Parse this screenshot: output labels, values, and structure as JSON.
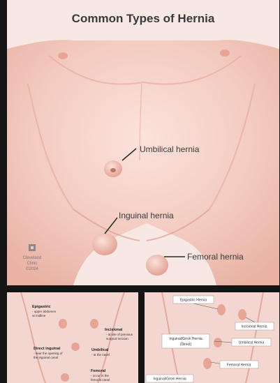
{
  "main": {
    "title": "Common Types of Hernia",
    "labels": {
      "umbilical": "Umbilical hernia",
      "inguinal": "Inguinal hernia",
      "femoral": "Femoral hernia"
    },
    "credit": [
      "Cleveland",
      "Clinic",
      "©2024"
    ]
  },
  "thumb_left": {
    "epigastric_title": "Epigastric",
    "epigastric_desc": [
      "- upper abdomen",
      "at midline"
    ],
    "incisional_title": "Incisional",
    "incisional_desc": [
      "- at site of previous",
      "surgical incision"
    ],
    "direct_title": "Direct inguinal",
    "direct_desc": [
      "- near the opening of",
      "the inguinal canal"
    ],
    "umbilical_title": "Umbilical",
    "umbilical_desc": [
      "- at the navel"
    ],
    "femoral_title": "Femoral",
    "femoral_desc": [
      "- occur in the",
      "femoral canal"
    ]
  },
  "thumb_right": {
    "epigastric": "Epigastric Hernia",
    "incisional": "Incisional Hernia",
    "inguinal_direct": [
      "Inguinal/Groin Hernia",
      "(Direct)"
    ],
    "umbilical": "Umbilical Hernia",
    "femoral": "Femoral Hernia",
    "inguinal_groin": "Inguinal/Groin Hernia"
  },
  "colors": {
    "background": "#141414",
    "skin": "#f3c9bf",
    "skin_shadow": "#e3a79a",
    "label_text": "#3a3a3a"
  }
}
